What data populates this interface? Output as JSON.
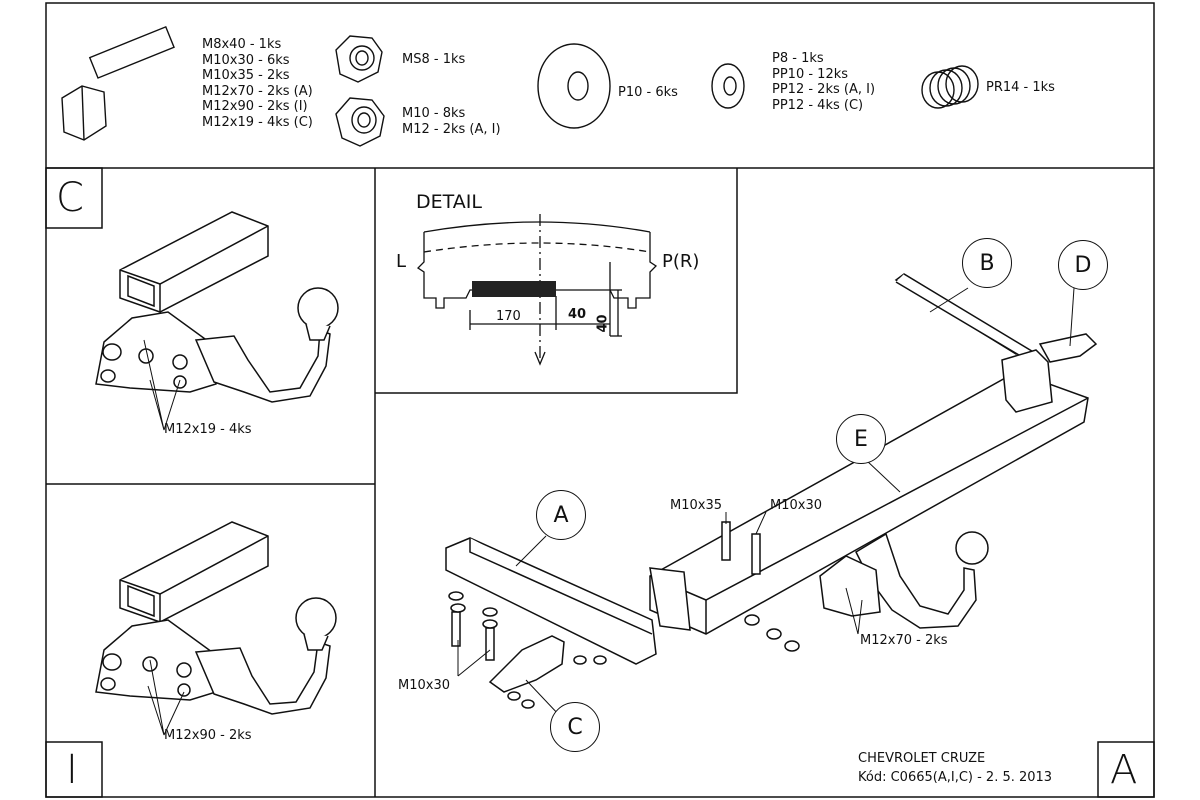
{
  "parts": {
    "bolts": [
      "M8x40 - 1ks",
      "M10x30 - 6ks",
      "M10x35 - 2ks",
      "M12x70 - 2ks (A)",
      "M12x90 - 2ks (I)",
      "M12x19 - 4ks (C)"
    ],
    "ms8": "MS8 - 1ks",
    "nuts": [
      "M10 - 8ks",
      "M12 - 2ks (A, I)"
    ],
    "p10": "P10 - 6ks",
    "washers": [
      "P8 - 1ks",
      "PP10 - 12ks",
      "PP12 - 2ks (A, I)",
      "PP12 - 4ks (C)"
    ],
    "pr14": "PR14 - 1ks"
  },
  "panel_c": {
    "letter": "C",
    "callout": "M12x19 - 4ks"
  },
  "panel_i": {
    "letter": "I",
    "callout": "M12x90 - 2ks"
  },
  "detail": {
    "title": "DETAIL",
    "left": "L",
    "right": "P(R)",
    "dim_170": "170",
    "dim_40h": "40",
    "dim_40v": "40"
  },
  "main": {
    "labels": {
      "a": "A",
      "b": "B",
      "c": "C",
      "d": "D",
      "e": "E"
    },
    "m10x35": "M10x35",
    "m10x30_top": "M10x30",
    "m10x30_left": "M10x30",
    "m12x70": "M12x70 - 2ks",
    "car": "CHEVROLET CRUZE",
    "code": "Kód: C0665(A,I,C) - 2. 5. 2013",
    "variant": "A"
  }
}
